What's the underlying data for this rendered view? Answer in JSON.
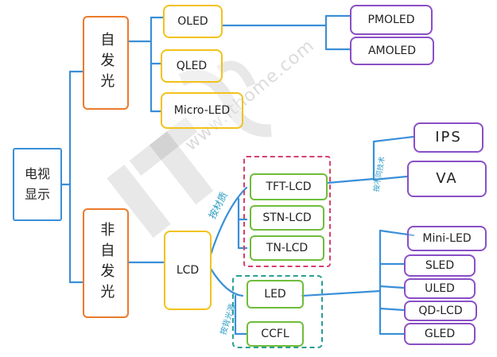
{
  "nodes": {
    "root": "电视显示",
    "self_emissive": "自发光",
    "non_self_emissive": "非自发光",
    "oled": "OLED",
    "qled": "QLED",
    "micro_led": "Micro-LED",
    "pmoled": "PMOLED",
    "amoled": "AMOLED",
    "lcd": "LCD",
    "tft_lcd": "TFT-LCD",
    "stn_lcd": "STN-LCD",
    "tn_lcd": "TN-LCD",
    "led": "LED",
    "ccfl": "CCFL",
    "ips": "IPS",
    "va": "VA",
    "mini_led": "Mini-LED",
    "sled": "SLED",
    "uled": "ULED",
    "qd_lcd": "QD-LCD",
    "gled": "GLED"
  },
  "labels": {
    "by_material": "按材质",
    "by_backlight": "按背光源",
    "by_technology": "按不同技术"
  },
  "watermark": "IT之家",
  "watermark_url": "www.ithome.com",
  "colors": {
    "line": "#3a8fd8",
    "level1": "#3a8fd8",
    "level2": "#ec7a2c",
    "level3": "#f2c21b",
    "level4": "#6fbd3b",
    "level5": "#8a4fc6",
    "material_group": "#d6406c",
    "backlight_group": "#2a9f94",
    "annotation": "#2a9bc4"
  }
}
